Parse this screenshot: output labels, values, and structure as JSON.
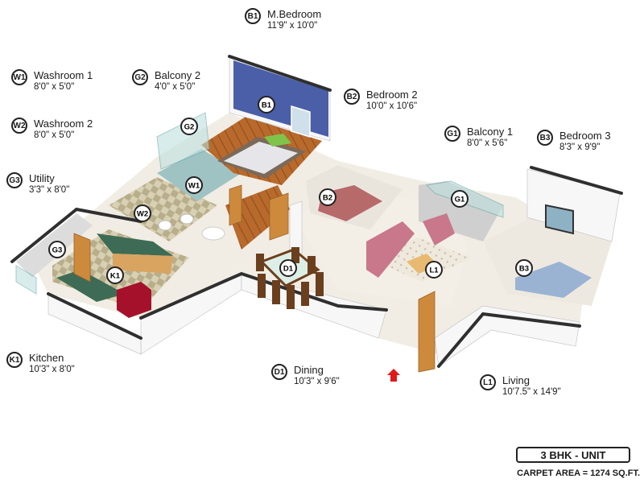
{
  "colors": {
    "wall": "#f4f4f4",
    "wall_dark": "#2f2f2f",
    "floor_wood": "#b5672b",
    "floor_tile": "#cfc6a8",
    "accent_wall": "#4a5fa8",
    "sofa": "#c8788a",
    "counter": "#3e6b55",
    "fridge": "#a5112a",
    "arrow": "#e01a1a"
  },
  "rooms": [
    {
      "code": "B1",
      "name": "M.Bedroom",
      "dims": "11'9\" x 10'0\""
    },
    {
      "code": "W1",
      "name": "Washroom 1",
      "dims": "8'0\" x 5'0\""
    },
    {
      "code": "G2",
      "name": "Balcony 2",
      "dims": "4'0\" x 5'0\""
    },
    {
      "code": "B2",
      "name": "Bedroom 2",
      "dims": "10'0\" x 10'6\""
    },
    {
      "code": "W2",
      "name": "Washroom 2",
      "dims": "8'0\" x 5'0\""
    },
    {
      "code": "G1",
      "name": "Balcony 1",
      "dims": "8'0\" x 5'6\""
    },
    {
      "code": "B3",
      "name": "Bedroom 3",
      "dims": "8'3\" x 9'9\""
    },
    {
      "code": "G3",
      "name": "Utility",
      "dims": "3'3\" x 8'0\""
    },
    {
      "code": "K1",
      "name": "Kitchen",
      "dims": "10'3\" x 8'0\""
    },
    {
      "code": "D1",
      "name": "Dining",
      "dims": "10'3\" x 9'6\""
    },
    {
      "code": "L1",
      "name": "Living",
      "dims": "10'7.5\" x 14'9\""
    }
  ],
  "markers": [
    "B1",
    "G2",
    "W1",
    "W2",
    "G3",
    "K1",
    "D1",
    "B2",
    "G1",
    "L1",
    "B3"
  ],
  "unit_title": "3 BHK - UNIT",
  "carpet_area": "CARPET AREA = 1274 SQ.FT."
}
